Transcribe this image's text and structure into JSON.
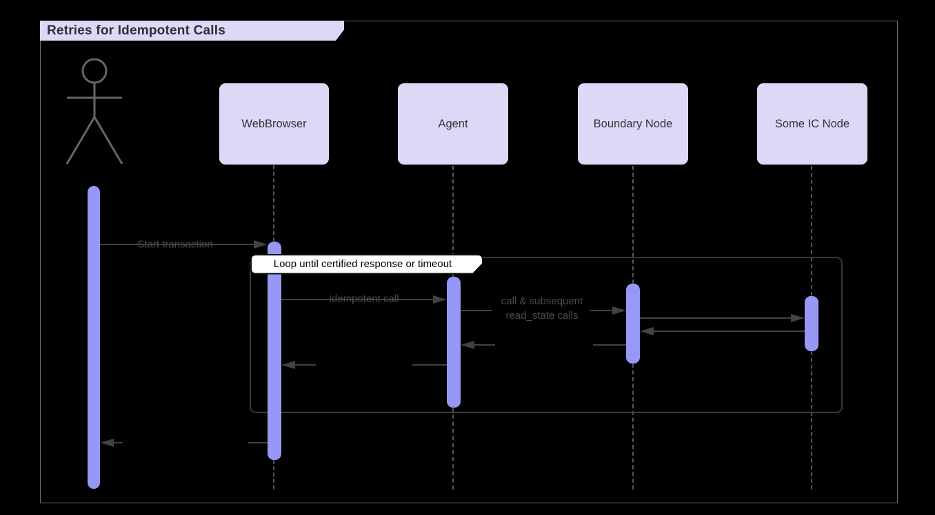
{
  "diagram": {
    "type": "uml-sequence",
    "title": "Retries for Idempotent Calls",
    "actor": {
      "role": "unnamed-actor"
    },
    "participants": [
      {
        "label": "WebBrowser"
      },
      {
        "label": "Agent"
      },
      {
        "label": "Boundary Node"
      },
      {
        "label": "Some IC Node"
      }
    ],
    "loop": {
      "label": "Loop until certified response or timeout"
    },
    "messages": [
      {
        "from": "Actor",
        "to": "WebBrowser",
        "label": "Start transaction",
        "type": "call"
      },
      {
        "from": "WebBrowser",
        "to": "Agent",
        "label": "idempotent call",
        "type": "call"
      },
      {
        "from": "Agent",
        "to": "Boundary Node",
        "label": "call & subsequent read_state calls",
        "label_line1": "call & subsequent",
        "label_line2": "read_state calls",
        "type": "call"
      },
      {
        "from": "Boundary Node",
        "to": "Some IC Node",
        "label": "",
        "type": "call"
      },
      {
        "from": "Some IC Node",
        "to": "Boundary Node",
        "label": "",
        "type": "return"
      },
      {
        "from": "Boundary Node",
        "to": "Agent",
        "label": "",
        "type": "return"
      },
      {
        "from": "Agent",
        "to": "WebBrowser",
        "label": "",
        "type": "return"
      },
      {
        "from": "WebBrowser",
        "to": "Actor",
        "label": "",
        "type": "return"
      }
    ],
    "colors": {
      "background": "#000000",
      "participant_fill": "#dcd9f7",
      "activation_fill": "#9797f5",
      "message_line": "#424242",
      "message_text": "#4c4c52",
      "lifeline": "#565656",
      "outer_frame_border": "#6e6e6e",
      "loop_frame_border": "#3a3a3c",
      "loop_label_bg": "#ffffff",
      "title_text": "#2d2d38"
    }
  }
}
